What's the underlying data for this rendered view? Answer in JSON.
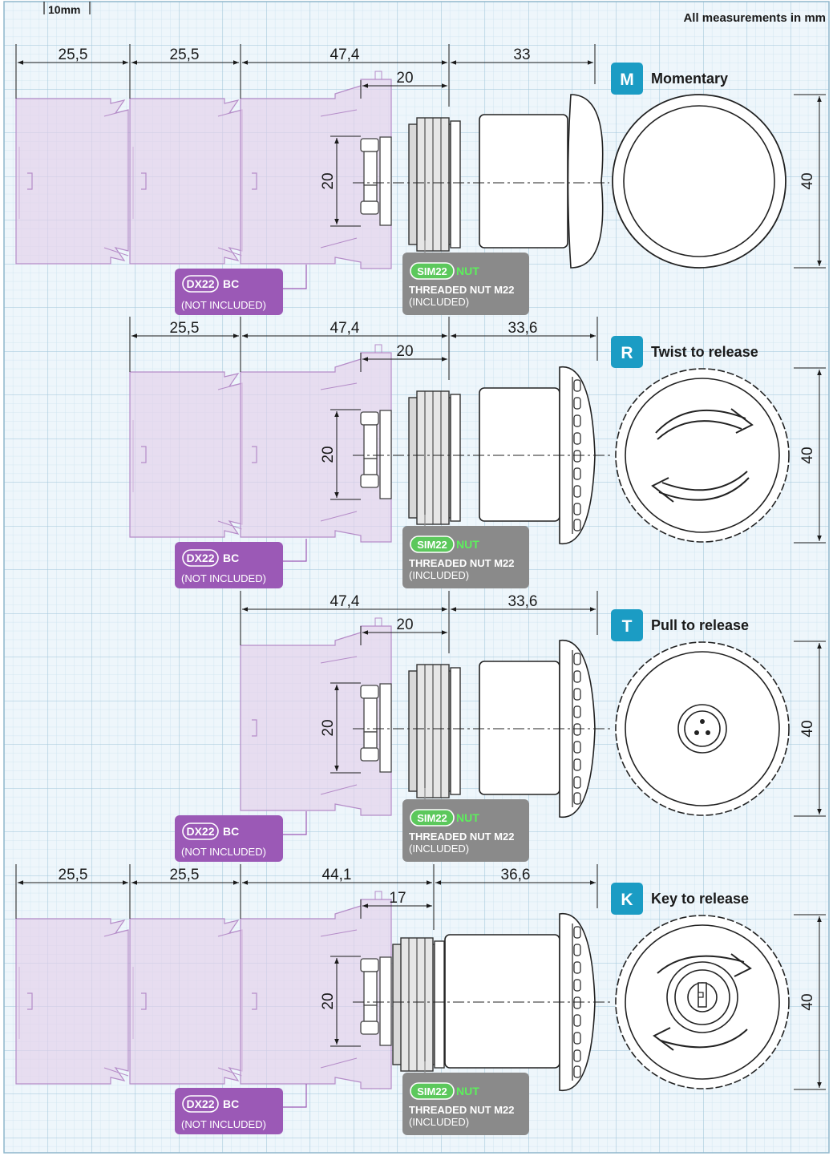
{
  "header": {
    "scale_label": "10mm",
    "units_note": "All measurements in mm"
  },
  "colors": {
    "grid_minor": "#cde3ef",
    "grid_major": "#9fc4d9",
    "accent_teal": "#1b9cc4",
    "module_purple": "#9b59b6",
    "module_fill": "#e3d0ea",
    "nut_green": "#5cc85c",
    "nut_grey": "#8a8a8a"
  },
  "callouts": {
    "module": {
      "brand": "DX22",
      "suffix": "BC",
      "note": "(NOT INCLUDED)"
    },
    "nut": {
      "brand": "SIM22",
      "suffix": "NUT",
      "title": "THREADED NUT M22",
      "note": "(INCLUDED)"
    }
  },
  "variants": [
    {
      "code": "M",
      "title": "Momentary",
      "dims": {
        "block1": "25,5",
        "block2": "25,5",
        "body": "47,4",
        "flange": "20",
        "head": "33",
        "height": "20",
        "diameter": "40"
      }
    },
    {
      "code": "R",
      "title": "Twist to release",
      "dims": {
        "block1": "25,5",
        "body": "47,4",
        "flange": "20",
        "head": "33,6",
        "height": "20",
        "diameter": "40"
      }
    },
    {
      "code": "T",
      "title": "Pull to release",
      "dims": {
        "body": "47,4",
        "flange": "20",
        "head": "33,6",
        "height": "20",
        "diameter": "40"
      }
    },
    {
      "code": "K",
      "title": "Key to release",
      "dims": {
        "block1": "25,5",
        "block2": "25,5",
        "body": "44,1",
        "flange": "17",
        "head": "36,6",
        "height": "20",
        "diameter": "40"
      }
    }
  ]
}
